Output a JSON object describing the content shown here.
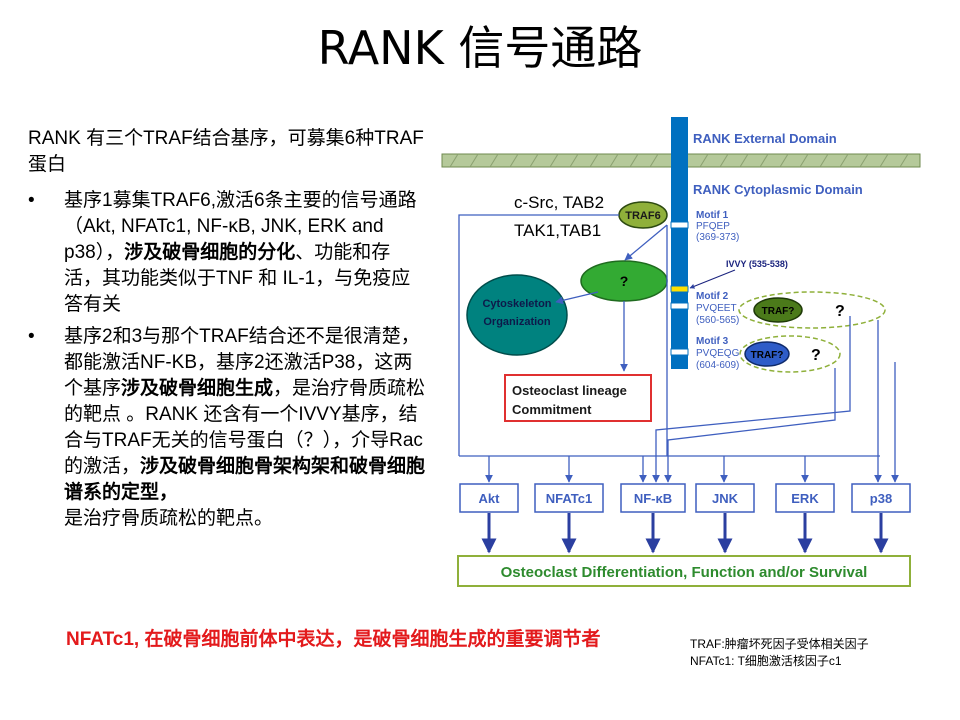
{
  "title": "RANK 信号通路",
  "intro": "RANK 有三个TRAF结合基序，可募集6种TRAF蛋白",
  "bullets": [
    {
      "marker": "•",
      "text_a": "基序1募集TRAF6,激活6条主要的信号通路（Akt, NFATc1, NF-κB, JNK, ERK and p38），",
      "text_bold": "涉及破骨细胞的分化",
      "text_b": "、功能和存活，其功能类似于TNF 和 IL-1，与免疫应答有关"
    },
    {
      "marker": "•",
      "text_a": "基序2和3与那个TRAF结合还不是很清楚，都能激活NF-KB，基序2还激活P38，这两个基序",
      "text_bold": "涉及破骨细胞生成",
      "text_b": "，是治疗骨质疏松的靶点 。RANK 还含有一个IVVY基序，结合与TRAF无关的信号蛋白（？），介导Rac的激活，",
      "text_bold2": "涉及破骨细胞骨架构架和破骨细胞谱系的定型，",
      "text_c": "是治疗骨质疏松的靶点。"
    }
  ],
  "note_red": "NFATc1, 在破骨细胞前体中表达，是破骨细胞生成的重要调节者",
  "footnote": {
    "line1": "TRAF:肿瘤坏死因子受体相关因子",
    "line2": "NFATc1: T细胞激活核因子c1"
  },
  "diagram": {
    "external_domain": "RANK External Domain",
    "cytoplasmic_domain": "RANK Cytoplasmic Domain",
    "motif1": {
      "name": "Motif 1",
      "seq": "PFQEP",
      "range": "(369-373)"
    },
    "ivvy": "IVVY (535-538)",
    "motif2": {
      "name": "Motif 2",
      "seq": "PVQEET",
      "range": "(560-565)"
    },
    "motif3": {
      "name": "Motif 3",
      "seq": "PVQEQG",
      "range": "(604-609)"
    },
    "traf6": "TRAF6",
    "traf_q1": "TRAF?",
    "traf_q2": "TRAF?",
    "question": "?",
    "csrc_line1": "c-Src, TAB2",
    "csrc_line2": "TAK1,TAB1",
    "cytoskeleton": "Cytoskeleton Organization",
    "lineage_line1": "Osteoclast lineage",
    "lineage_line2": "Commitment",
    "targets": [
      "Akt",
      "NFATc1",
      "NF-κB",
      "JNK",
      "ERK",
      "p38"
    ],
    "outcome": "Osteoclast Differentiation, Function and/or Survival"
  },
  "colors": {
    "membrane_fill": "#b5c99a",
    "receptor_blue": "#0070c0",
    "diagram_blue": "#3f5fbf",
    "outcome_green": "#2e8b2e",
    "cyto_teal": "#00827f",
    "traf_green": "#4b7a1a",
    "red_text": "#e31a1c"
  }
}
